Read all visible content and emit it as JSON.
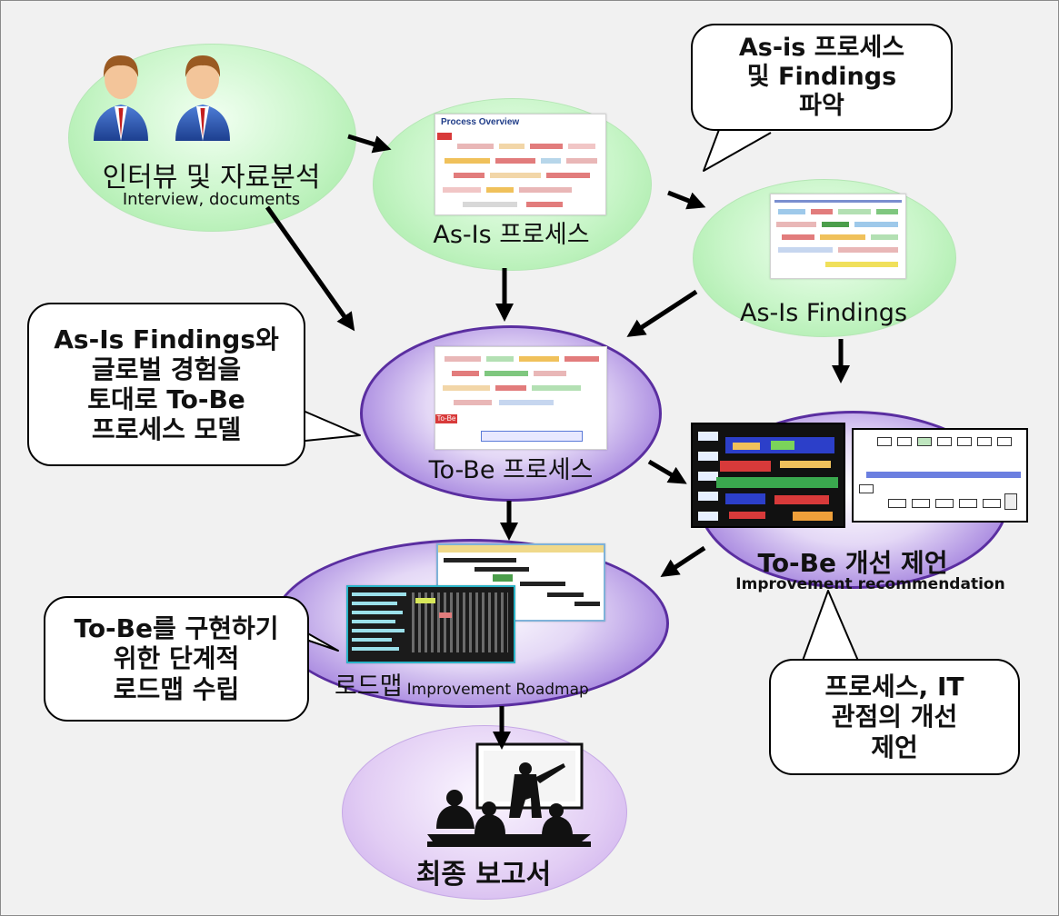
{
  "nodes": {
    "interview": {
      "line1": "인터뷰 및 자료분석",
      "line2": "Interview, documents"
    },
    "asis_process": {
      "label": "As-Is 프로세스",
      "thumb_title": "Process Overview"
    },
    "asis_findings": {
      "label": "As-Is Findings"
    },
    "tobe_process": {
      "label": "To-Be 프로세스",
      "thumb_tag": "To-Be"
    },
    "tobe_improvement": {
      "line1": "To-Be 개선 제언",
      "line2": "Improvement recommendation"
    },
    "roadmap": {
      "label_kr": "로드맵",
      "label_en": "Improvement Roadmap"
    },
    "final_report": {
      "label": "최종 보고서"
    }
  },
  "callouts": {
    "asis_findings": [
      "As-is 프로세스",
      "및 Findings",
      "파악"
    ],
    "tobe_model": [
      "As-Is Findings와",
      "글로벌 경험을",
      "토대로 To-Be",
      "프로세스 모델"
    ],
    "roadmap": [
      "To-Be를 구현하기",
      "위한 단계적",
      "로드맵 수립"
    ],
    "improvement": [
      "프로세스, IT",
      "관점의 개선",
      "제언"
    ]
  },
  "colors": {
    "green_node": "#b8f0b8",
    "purple_dark_node": "#6d3fb8",
    "purple_light_node": "#d9bff2",
    "arrow": "#000000",
    "thumb_red": "#d83a3a",
    "thumb_blue": "#3a4fd8"
  }
}
